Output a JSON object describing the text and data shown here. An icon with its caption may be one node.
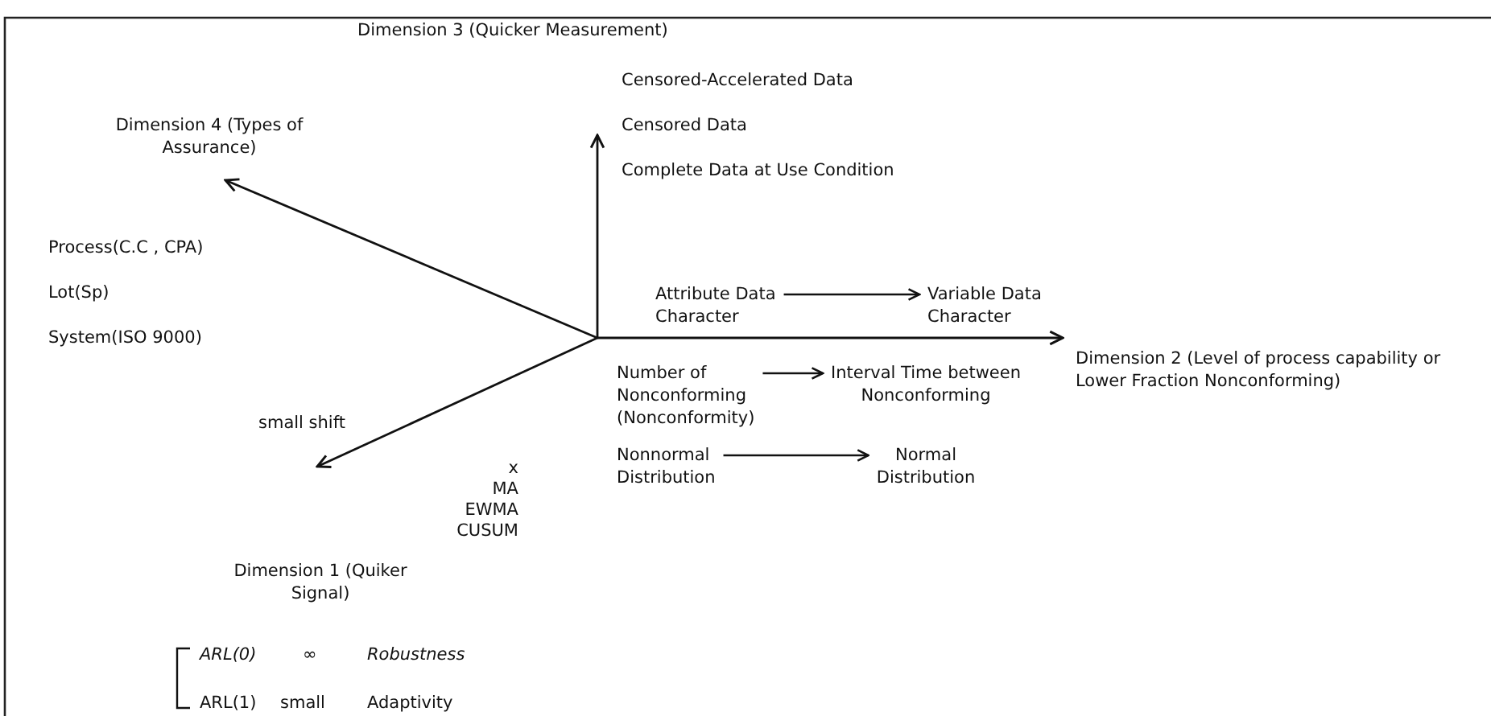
{
  "diagram": {
    "nodes": [
      {
        "text": [
          "Attribute Data Character"
        ]
      },
      {
        "text": [
          "Variable Data Character"
        ]
      },
      {
        "text": [
          "Number of Nonconforming (Nonconformity)"
        ]
      },
      {
        "text": [
          "Interval Time between Nonconforming"
        ]
      },
      {
        "text": [
          "Nonnormal Distribution"
        ]
      },
      {
        "text": [
          "Normal Distribution"
        ]
      }
    ],
    "edges": [
      {
        "from": 0,
        "to": 1,
        "arrow": "to"
      },
      {
        "from": 2,
        "to": 3,
        "arrow": "to"
      },
      {
        "from": 4,
        "to": 5,
        "arrow": "to"
      }
    ],
    "labels": [
      "Dimension 3 (Quicker Measurement)",
      "Censored-Accelerated Data",
      "Censored Data",
      "Complete Data at Use Condition",
      "Dimension 4 (Types of Assurance)",
      "Process(C.C , CPA)",
      "Lot(Sp)",
      "System(ISO 9000)",
      "Dimension 2 (Level of process capability or Lower Fraction Nonconforming)",
      "small shift",
      "x",
      "MA",
      "EWMA",
      "CUSUM",
      "Dimension 1 (Quiker Signal)",
      "ARL(0)",
      "∞",
      "Robustness",
      "ARL(1)",
      "small",
      "Adaptivity"
    ]
  }
}
